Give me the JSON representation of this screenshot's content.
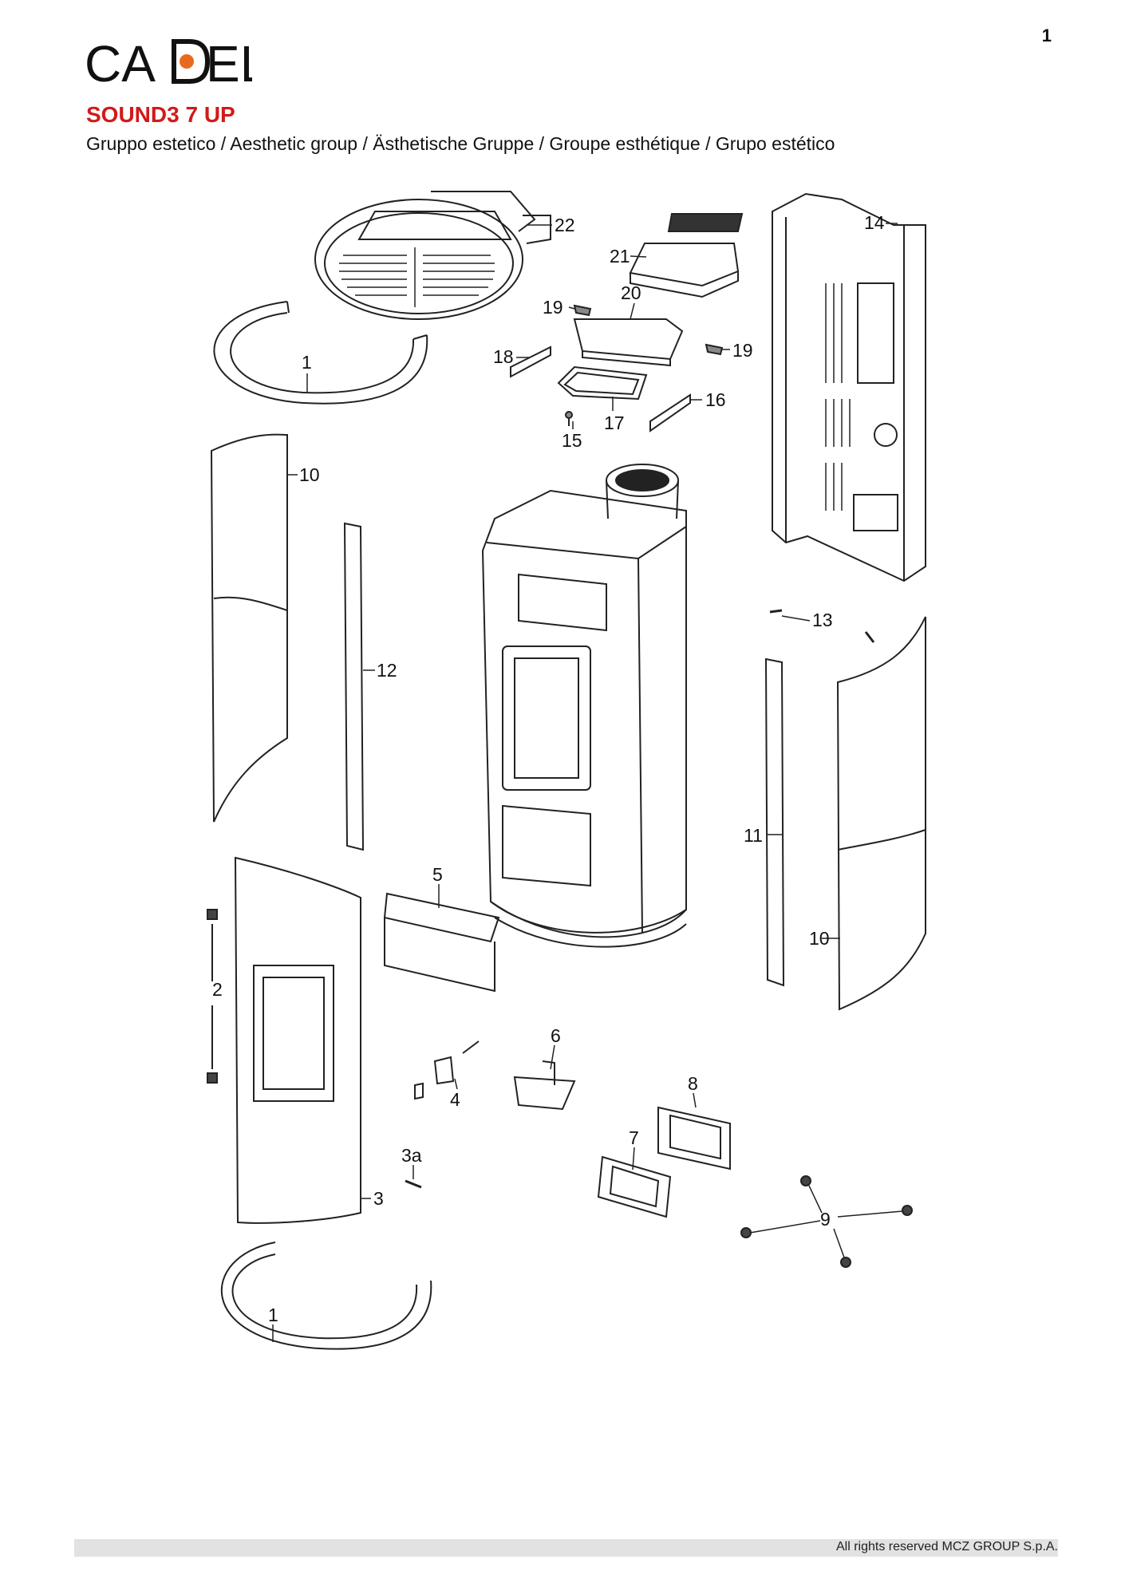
{
  "page_number": "1",
  "brand": {
    "left": "CA",
    "right": "EL"
  },
  "model": "SOUND3 7 UP",
  "subtitle": "Gruppo estetico / Aesthetic group / Ästhetische Gruppe / Groupe esthétique / Grupo estético",
  "callouts": [
    "22",
    "21",
    "20",
    "19",
    "19",
    "18",
    "17",
    "16",
    "15",
    "14",
    "1",
    "10",
    "12",
    "13",
    "11",
    "5",
    "10",
    "2",
    "6",
    "8",
    "4",
    "7",
    "3a",
    "3",
    "9",
    "1"
  ],
  "footer": "All rights reserved MCZ GROUP S.p.A.",
  "colors": {
    "accent": "#d11a1a",
    "logo_dot": "#e86a1f",
    "line": "#222222"
  }
}
